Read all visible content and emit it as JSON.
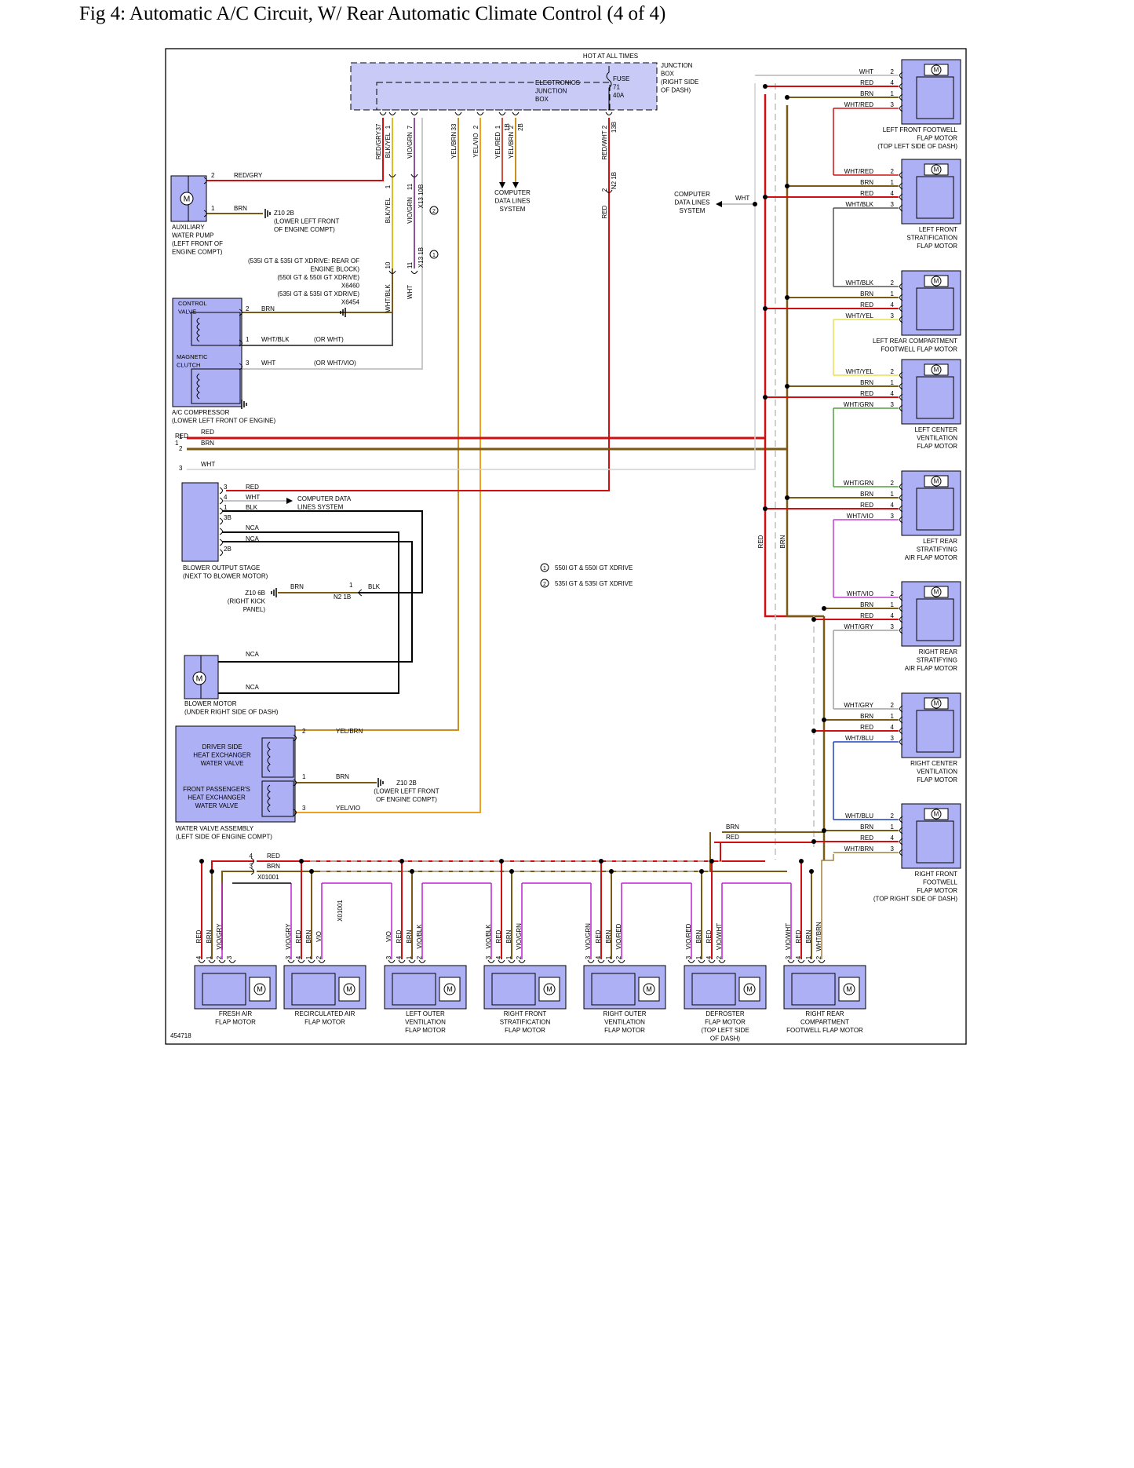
{
  "title": "Fig 4: Automatic A/C Circuit, W/ Rear Automatic Climate Control (4 of 4)",
  "figure_id": "454718",
  "colors": {
    "RED": "#d01010",
    "BRN": "#7a5a14",
    "WHT": "#b8b8b8",
    "WHT_RED": "#d01010",
    "WHT_BLK": "#555555",
    "WHT_YEL": "#e8e050",
    "WHT_GRN": "#50a040",
    "WHT_VIO": "#c040d0",
    "WHT_GRY": "#a0a0a0",
    "WHT_BLU": "#2040c0",
    "WHT_BRN": "#a08040",
    "VIO": "#c020d0",
    "YEL_BRN": "#c89020",
    "YEL_VIO": "#f0a020",
    "BLK": "#000000",
    "NCA": "#000000",
    "component_fill": "#aeb0f5",
    "component_stroke": "#000000"
  },
  "junction_box": {
    "top_label": "HOT AT ALL TIMES",
    "ejb_label": [
      "ELECTRONICS",
      "JUNCTION",
      "BOX"
    ],
    "fuse_label": [
      "FUSE",
      "71",
      "40A"
    ],
    "side_label": [
      "JUNCTION",
      "BOX",
      "(RIGHT SIDE",
      "OF DASH)"
    ],
    "pins": [
      {
        "wire": "RED/GRY",
        "pin": "37"
      },
      {
        "wire": "BLK/YEL",
        "pin": "1"
      },
      {
        "wire": "VIO/GRN",
        "pin": "7"
      },
      {
        "wire": "YEL/BRN",
        "pin": "33"
      },
      {
        "wire": "YEL/VIO",
        "pin": "2"
      },
      {
        "wire": "YEL/RED",
        "pin": "1",
        "conn": "1B"
      },
      {
        "wire": "YEL/BRN",
        "pin": "2",
        "conn": "2B"
      },
      {
        "wire": "RED/WHT",
        "pin": "2",
        "conn": "13B"
      }
    ],
    "cds_label": [
      "COMPUTER",
      "DATA LINES",
      "SYSTEM"
    ]
  },
  "mid_connectors": {
    "c1": {
      "wire_top": "BLK/YEL",
      "pin": "1",
      "wire_bot": "BLK/YEL"
    },
    "c2": {
      "wire_top": "VIO/GRN",
      "pin": "11",
      "conn": "X13 10B",
      "wire_bot": "VIO/GRN",
      "note": "2"
    },
    "c3": {
      "pin": "10",
      "wire": "WHT/BLK"
    },
    "c4": {
      "pin": "11",
      "conn": "X13 1B",
      "wire": "WHT",
      "note": "1"
    },
    "red_pin": "2",
    "red_conn": "N2 1B",
    "red_wire": "RED"
  },
  "left_components": {
    "aux_pump": {
      "label": [
        "AUXILIARY",
        "WATER PUMP",
        "(LEFT FRONT OF",
        "ENGINE COMPT)"
      ],
      "pin2": "2",
      "wire2": "RED/GRY",
      "pin1": "1",
      "wire1": "BRN",
      "ground": [
        "Z10 2B",
        "(LOWER LEFT FRONT",
        "OF ENGINE COMPT)"
      ]
    },
    "ground_notes": [
      "(535I GT & 535I GT XDRIVE: REAR OF",
      "ENGINE BLOCK)",
      "(550I GT & 550I GT XDRIVE)",
      "X6460",
      "(535I GT & 535I GT XDRIVE)",
      "X6454"
    ],
    "compressor": {
      "control_valve": [
        "CONTROL",
        "VALVE"
      ],
      "clutch": [
        "MAGNETIC",
        "CLUTCH"
      ],
      "label": [
        "A/C COMPRESSOR",
        "(LOWER LEFT FRONT OF ENGINE)"
      ],
      "pin2": "2",
      "wire2": "BRN",
      "pin1": "1",
      "wire1": "WHT/BLK",
      "alt1": "(OR WHT)",
      "pin3": "3",
      "wire3": "WHT",
      "alt3": "(OR WHT/VIO)"
    },
    "bus": [
      {
        "pin": "1",
        "wire": "RED"
      },
      {
        "pin": "2",
        "wire": "BRN"
      },
      {
        "pin": "3",
        "wire": "WHT"
      }
    ],
    "blower_stage": {
      "label": [
        "BLOWER OUTPUT STAGE",
        "(NEXT TO BLOWER MOTOR)"
      ],
      "pins": [
        {
          "pin": "3",
          "wire": "RED"
        },
        {
          "pin": "4",
          "wire": "WHT"
        },
        {
          "pin": "1",
          "wire": "BLK"
        },
        {
          "pin": "3B",
          "wire": ""
        },
        {
          "pin": "",
          "wire": "NCA"
        },
        {
          "pin": "",
          "wire": "NCA"
        },
        {
          "pin": "2B",
          "wire": ""
        }
      ],
      "cds": [
        "COMPUTER DATA",
        "LINES SYSTEM"
      ]
    },
    "ground2": {
      "label": [
        "Z10 6B",
        "(RIGHT KICK",
        "PANEL)"
      ],
      "wire_l": "BRN",
      "pin": "1",
      "conn": "N2 1B",
      "wire_r": "BLK"
    },
    "blower_motor": {
      "label": [
        "BLOWER MOTOR",
        "(UNDER RIGHT SIDE OF DASH)"
      ],
      "wire1": "NCA",
      "wire2": "NCA"
    },
    "water_valve": {
      "driver": [
        "DRIVER SIDE",
        "HEAT EXCHANGER",
        "WATER VALVE"
      ],
      "passenger": [
        "FRONT PASSENGER'S",
        "HEAT EXCHANGER",
        "WATER VALVE"
      ],
      "label": [
        "WATER VALVE ASSEMBLY",
        "(LEFT SIDE OF ENGINE COMPT)"
      ],
      "pin2": "2",
      "wire2": "YEL/BRN",
      "pin1": "1",
      "wire1": "BRN",
      "pin3": "3",
      "wire3": "YEL/VIO",
      "ground": [
        "Z10 2B",
        "(LOWER LEFT FRONT",
        "OF ENGINE COMPT)"
      ]
    }
  },
  "legend": [
    {
      "num": "1",
      "text": "550I GT & 550I GT XDRIVE"
    },
    {
      "num": "2",
      "text": "535I GT & 535I GT XDRIVE"
    }
  ],
  "cds_right": {
    "label": [
      "COMPUTER",
      "DATA LINES",
      "SYSTEM"
    ],
    "wire": "WHT"
  },
  "trunk_labels": {
    "red": "RED",
    "brn": "BRN"
  },
  "right_motors": [
    {
      "label": [
        "LEFT FRONT FOOTWELL",
        "FLAP MOTOR",
        "(TOP LEFT SIDE OF DASH)"
      ],
      "pins": [
        {
          "w": "WHT",
          "p": "2"
        },
        {
          "w": "RED",
          "p": "4"
        },
        {
          "w": "BRN",
          "p": "1"
        },
        {
          "w": "WHT/RED",
          "p": "3"
        }
      ]
    },
    {
      "label": [
        "LEFT FRONT",
        "STRATIFICATION",
        "FLAP MOTOR"
      ],
      "pins": [
        {
          "w": "WHT/RED",
          "p": "2"
        },
        {
          "w": "BRN",
          "p": "1"
        },
        {
          "w": "RED",
          "p": "4"
        },
        {
          "w": "WHT/BLK",
          "p": "3"
        }
      ]
    },
    {
      "label": [
        "LEFT REAR COMPARTMENT",
        "FOOTWELL FLAP MOTOR"
      ],
      "pins": [
        {
          "w": "WHT/BLK",
          "p": "2"
        },
        {
          "w": "BRN",
          "p": "1"
        },
        {
          "w": "RED",
          "p": "4"
        },
        {
          "w": "WHT/YEL",
          "p": "3"
        }
      ]
    },
    {
      "label": [
        "LEFT CENTER",
        "VENTILATION",
        "FLAP MOTOR"
      ],
      "pins": [
        {
          "w": "WHT/YEL",
          "p": "2"
        },
        {
          "w": "BRN",
          "p": "1"
        },
        {
          "w": "RED",
          "p": "4"
        },
        {
          "w": "WHT/GRN",
          "p": "3"
        }
      ]
    },
    {
      "label": [
        "LEFT REAR",
        "STRATIFYING",
        "AIR FLAP MOTOR"
      ],
      "pins": [
        {
          "w": "WHT/GRN",
          "p": "2"
        },
        {
          "w": "BRN",
          "p": "1"
        },
        {
          "w": "RED",
          "p": "4"
        },
        {
          "w": "WHT/VIO",
          "p": "3"
        }
      ]
    },
    {
      "label": [
        "RIGHT REAR",
        "STRATIFYING",
        "AIR FLAP MOTOR"
      ],
      "pins": [
        {
          "w": "WHT/VIO",
          "p": "2"
        },
        {
          "w": "BRN",
          "p": "1"
        },
        {
          "w": "RED",
          "p": "4"
        },
        {
          "w": "WHT/GRY",
          "p": "3"
        }
      ]
    },
    {
      "label": [
        "RIGHT CENTER",
        "VENTILATION",
        "FLAP MOTOR"
      ],
      "pins": [
        {
          "w": "WHT/GRY",
          "p": "2"
        },
        {
          "w": "BRN",
          "p": "1"
        },
        {
          "w": "RED",
          "p": "4"
        },
        {
          "w": "WHT/BLU",
          "p": "3"
        }
      ]
    },
    {
      "label": [
        "RIGHT FRONT",
        "FOOTWELL",
        "FLAP MOTOR",
        "(TOP RIGHT SIDE OF DASH)"
      ],
      "pins": [
        {
          "w": "WHT/BLU",
          "p": "2"
        },
        {
          "w": "BRN",
          "p": "1"
        },
        {
          "w": "RED",
          "p": "4"
        },
        {
          "w": "WHT/BRN",
          "p": "3"
        }
      ]
    }
  ],
  "bottom_bus": {
    "pin4": "4",
    "wire4": "RED",
    "pin3": "3",
    "wire3": "BRN",
    "conn": "X01001",
    "right_brn": "BRN",
    "right_red": "RED"
  },
  "bottom_motors": [
    {
      "label": [
        "FRESH AIR",
        "FLAP MOTOR"
      ],
      "pins": [
        {
          "w": "RED",
          "p": "4"
        },
        {
          "w": "BRN",
          "p": "1"
        },
        {
          "w": "VIO/GRY",
          "p": "2"
        },
        {
          "w": "",
          "p": "3"
        }
      ]
    },
    {
      "label": [
        "RECIRCULATED AIR",
        "FLAP MOTOR"
      ],
      "pins": [
        {
          "w": "VIO/GRY",
          "p": "3"
        },
        {
          "w": "RED",
          "p": "4"
        },
        {
          "w": "BRN",
          "p": "1"
        },
        {
          "w": "VIO",
          "p": "2"
        }
      ]
    },
    {
      "label": [
        "LEFT OUTER",
        "VENTILATION",
        "FLAP MOTOR"
      ],
      "pins": [
        {
          "w": "VIO",
          "p": "3"
        },
        {
          "w": "RED",
          "p": "4"
        },
        {
          "w": "BRN",
          "p": "1"
        },
        {
          "w": "VIO/BLK",
          "p": "2"
        }
      ]
    },
    {
      "label": [
        "RIGHT FRONT",
        "STRATIFICATION",
        "FLAP MOTOR"
      ],
      "pins": [
        {
          "w": "VIO/BLK",
          "p": "3"
        },
        {
          "w": "RED",
          "p": "4"
        },
        {
          "w": "BRN",
          "p": "1"
        },
        {
          "w": "VIO/GRN",
          "p": "2"
        }
      ]
    },
    {
      "label": [
        "RIGHT OUTER",
        "VENTILATION",
        "FLAP MOTOR"
      ],
      "pins": [
        {
          "w": "VIO/GRN",
          "p": "3"
        },
        {
          "w": "RED",
          "p": "4"
        },
        {
          "w": "BRN",
          "p": "1"
        },
        {
          "w": "VIO/RED",
          "p": "2"
        }
      ]
    },
    {
      "label": [
        "DEFROSTER",
        "FLAP MOTOR",
        "(TOP LEFT SIDE",
        "OF DASH)"
      ],
      "pins": [
        {
          "w": "VIO/RED",
          "p": "3"
        },
        {
          "w": "BRN",
          "p": "1"
        },
        {
          "w": "RED",
          "p": "4"
        },
        {
          "w": "VIO/WHT",
          "p": "2"
        }
      ]
    },
    {
      "label": [
        "RIGHT REAR",
        "COMPARTMENT",
        "FOOTWELL FLAP MOTOR"
      ],
      "pins": [
        {
          "w": "VIO/WHT",
          "p": "3"
        },
        {
          "w": "RED",
          "p": "4"
        },
        {
          "w": "BRN",
          "p": "1"
        },
        {
          "w": "WHT/BRN",
          "p": "2"
        }
      ]
    }
  ],
  "x01001_vertical": "X01001"
}
